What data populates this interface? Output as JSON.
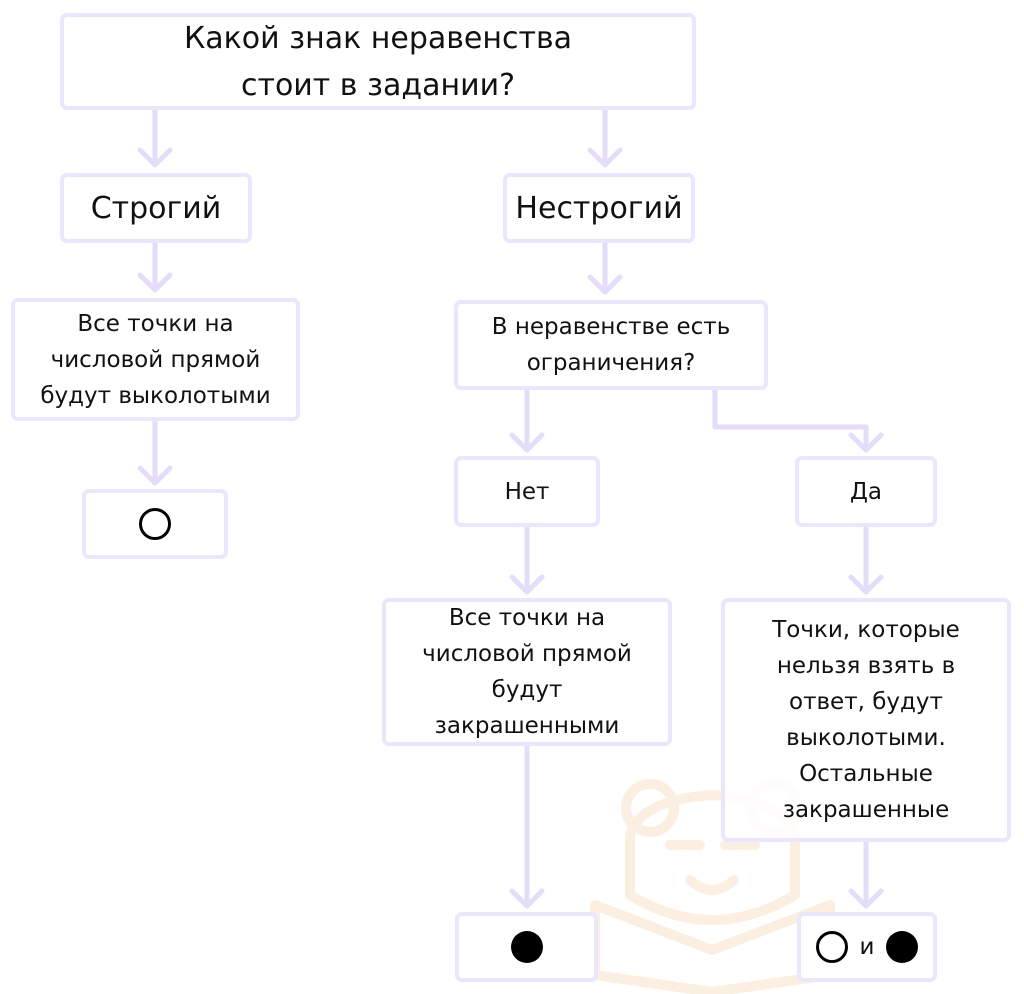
{
  "colors": {
    "box_border": "#ebe6fb",
    "connector": "#e4ddfa",
    "mark": "#000000"
  },
  "nodes": {
    "question_sign": "Какой знак неравенства\nстоит в задании?",
    "strict": "Строгий",
    "non_strict": "Нестрогий",
    "strict_result": "Все точки на\nчисловой прямой\nбудут выколотыми",
    "question_limits": "В неравенстве есть\nограничения?",
    "no": "Нет",
    "yes": "Да",
    "no_result": "Все точки на\nчисловой прямой\nбудут\nзакрашенными",
    "yes_result": "Точки, которые\nнельзя взять в\nответ, будут\nвыколотыми.\nОстальные\nзакрашенные"
  },
  "end_symbols": {
    "strict": "open-circle",
    "no": "filled-circle",
    "yes": [
      "open-circle",
      "filled-circle"
    ],
    "yes_joiner": "и"
  }
}
